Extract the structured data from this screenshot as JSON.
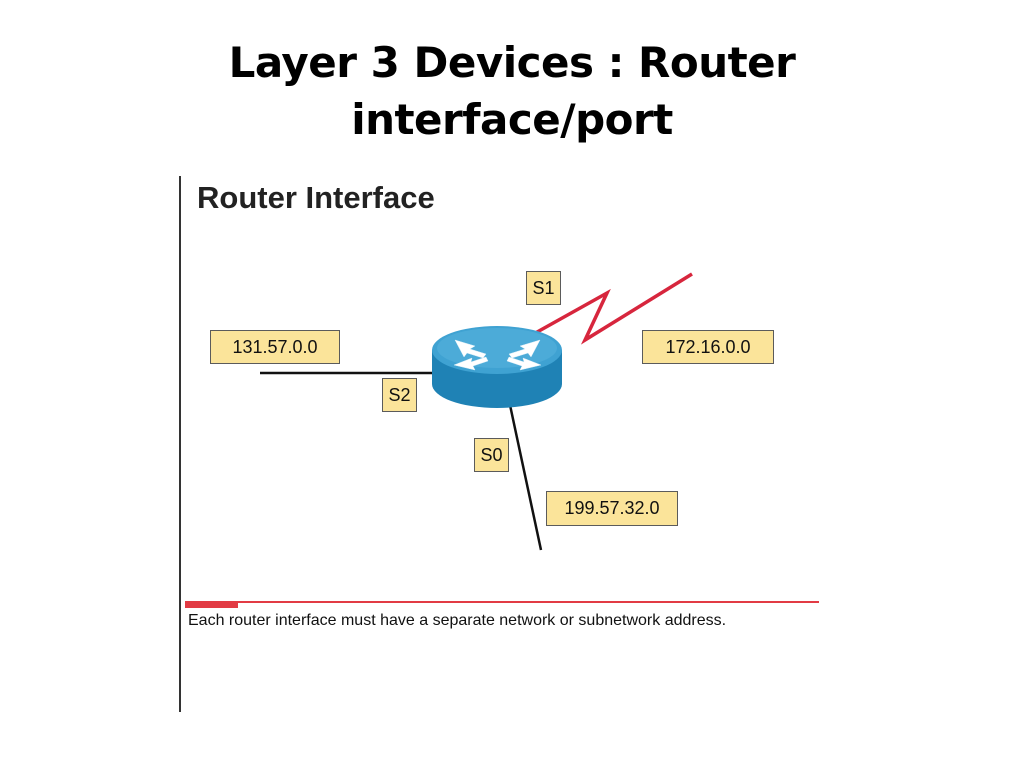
{
  "slide": {
    "title_line1": "Layer 3 Devices :  Router",
    "title_line2": "interface/port"
  },
  "figure": {
    "heading": "Router Interface",
    "caption": "Each router interface must have a separate network or subnetwork address."
  },
  "router": {
    "icon": "router-icon",
    "color": "#2a8ec0"
  },
  "interfaces": {
    "s0": "S0",
    "s1": "S1",
    "s2": "S2"
  },
  "networks": {
    "net_s2": "131.57.0.0",
    "net_s1": "172.16.0.0",
    "net_s0": "199.57.32.0"
  },
  "colors": {
    "serial_link": "#d7263d",
    "label_fill": "#fbe49a",
    "caption_rule": "#e23b44"
  }
}
